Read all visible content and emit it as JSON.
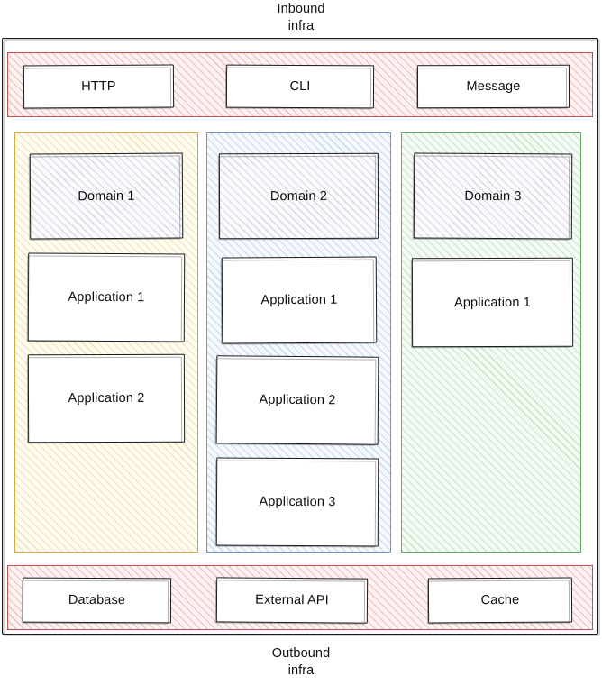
{
  "diagram": {
    "type": "layered-architecture",
    "title_top": "Inbound\ninfra",
    "captions": {
      "top_line1": "Inbound",
      "top_line2": "infra",
      "bottom_line1": "Outbound",
      "bottom_line2": "infra"
    },
    "colors": {
      "infra_border": "#c0504d",
      "infra_fill": "#fdf2f1",
      "domain1_border": "#d6a533",
      "domain1_fill": "#fffdf1",
      "domain2_border": "#6a94cf",
      "domain2_fill": "#f5f9fe",
      "domain3_border": "#62ac62",
      "domain3_fill": "#f4fbf4",
      "node_border": "#1a1a1a",
      "node_fill": "#ffffff",
      "domain_node_hatch": "#7873 96"
    },
    "inbound": {
      "label": "Inbound infra",
      "nodes": [
        {
          "label": "HTTP"
        },
        {
          "label": "CLI"
        },
        {
          "label": "Message"
        }
      ]
    },
    "outbound": {
      "label": "Outbound infra",
      "nodes": [
        {
          "label": "Database"
        },
        {
          "label": "External API"
        },
        {
          "label": "Cache"
        }
      ]
    },
    "columns": [
      {
        "id": "domain-1",
        "accent": "#d6a533",
        "domain": {
          "label": "Domain 1"
        },
        "applications": [
          {
            "label": "Application 1"
          },
          {
            "label": "Application 2"
          }
        ]
      },
      {
        "id": "domain-2",
        "accent": "#6a94cf",
        "domain": {
          "label": "Domain 2"
        },
        "applications": [
          {
            "label": "Application 1"
          },
          {
            "label": "Application 2"
          },
          {
            "label": "Application 3"
          }
        ]
      },
      {
        "id": "domain-3",
        "accent": "#62ac62",
        "domain": {
          "label": "Domain 3"
        },
        "applications": [
          {
            "label": "Application 1"
          }
        ]
      }
    ]
  }
}
